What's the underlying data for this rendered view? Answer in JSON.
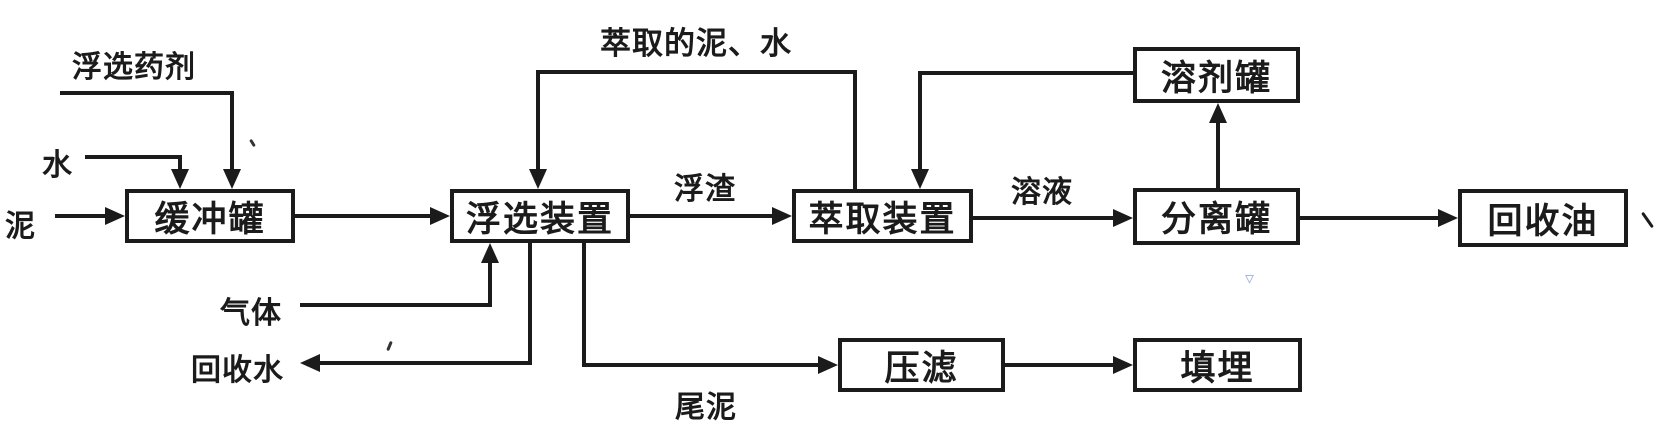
{
  "diagram": {
    "type": "process-flow",
    "nodes": {
      "buffer_tank": {
        "label": "缓冲罐"
      },
      "flotation_unit": {
        "label": "浮选装置"
      },
      "extraction_unit": {
        "label": "萃取装置"
      },
      "separator_tank": {
        "label": "分离罐"
      },
      "recovered_oil": {
        "label": "回收油"
      },
      "solvent_tank": {
        "label": "溶剂罐"
      },
      "filter_press": {
        "label": "压滤"
      },
      "landfill": {
        "label": "填埋"
      }
    },
    "streams": {
      "flotation_reagent": {
        "label": "浮选药剂"
      },
      "water": {
        "label": "水"
      },
      "mud": {
        "label": "泥"
      },
      "extracted_mud_water": {
        "label": "萃取的泥、水"
      },
      "froth": {
        "label": "浮渣"
      },
      "solution": {
        "label": "溶液"
      },
      "gas": {
        "label": "气体"
      },
      "recovered_water": {
        "label": "回收水"
      },
      "tail_mud": {
        "label": "尾泥"
      }
    },
    "colors": {
      "line": "#1b1b1b",
      "background": "#ffffff",
      "artifact_blue": "#a5b8e2"
    },
    "artifact_glyph": "▿"
  }
}
